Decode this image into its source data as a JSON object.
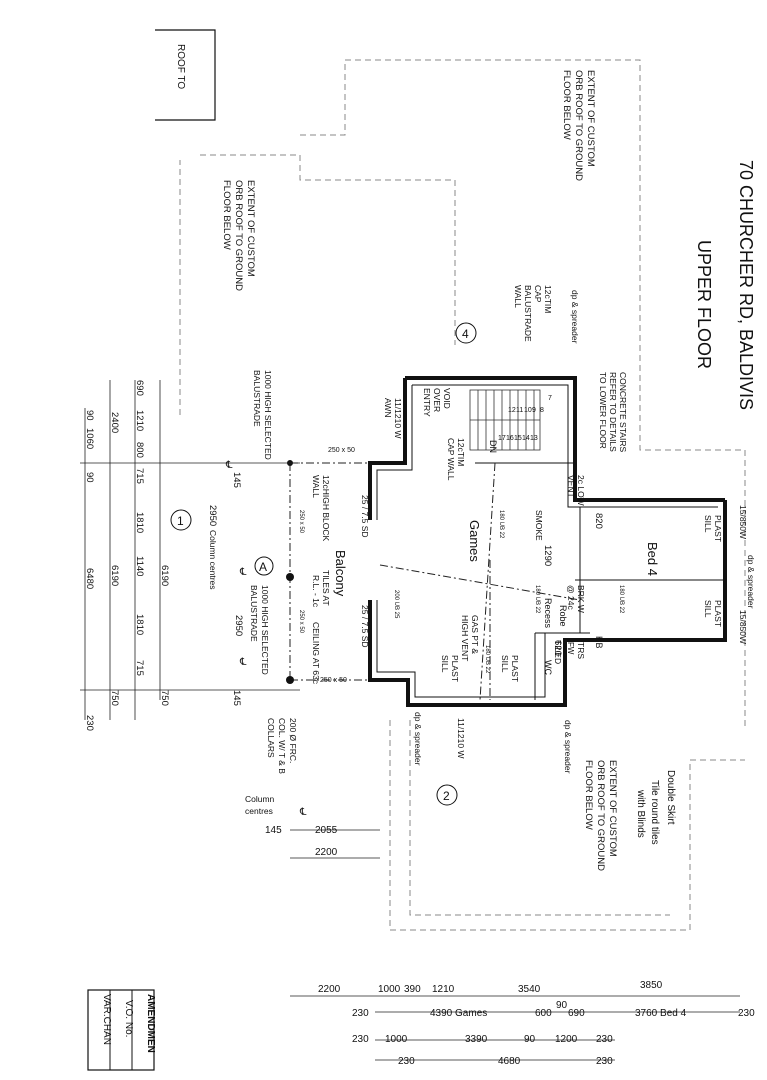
{
  "title_block": {
    "amendment": "AMENDMEN",
    "vo_no": "V.O. No.",
    "var_chan": "VAR.CHAN"
  },
  "roof_box": "ROOF TO",
  "handwritten": {
    "title_line1": "70 CHURCHER RD, BALDIVIS",
    "title_line2": "UPPER FLOOR",
    "side_note1": "Double Skirt",
    "side_note2": "Tile round tiles",
    "side_note3": "with Blinds"
  },
  "rooms": {
    "games": "Games",
    "bed4": "Bed 4",
    "balcony": "Balcony",
    "wc": "WC",
    "recess": "Recess",
    "robe": "Robe",
    "hb": "HB",
    "dn": "DN",
    "fw": "FW"
  },
  "notes": {
    "extent_top": [
      "EXTENT OF CUSTOM",
      "ORB ROOF TO GROUND",
      "FLOOR BELOW"
    ],
    "extent_left": [
      "EXTENT OF CUSTOM",
      "ORB ROOF TO GROUND",
      "FLOOR BELOW"
    ],
    "extent_right": [
      "EXTENT OF CUSTOM",
      "ORB ROOF TO GROUND",
      "FLOOR BELOW"
    ],
    "balustrade_cap": [
      "12cTIM",
      "CAP",
      "BALUSTRADE",
      "WALL"
    ],
    "dp_spreader": "dp & spreader",
    "concrete_stairs": [
      "CONCRETE STAIRS",
      "REFER TO DETAILS",
      "TO LOWER FLOOR"
    ],
    "void": [
      "VOID",
      "OVER",
      "ENTRY"
    ],
    "cap_wall": [
      "12cTIM",
      "CAP WALL"
    ],
    "awn": [
      "11/1210 W",
      "AWN"
    ],
    "balustrade_1000": [
      "1000 HIGH SELECTED",
      "BALUSTRADE"
    ],
    "balustrade_1000_b": [
      "1000 HIGH SELECTED",
      "BALUSTRADE"
    ],
    "block_wall": [
      "12cHIGH BLOCK",
      "WALL"
    ],
    "tiles": [
      "TILES AT",
      "R.L. - 1c"
    ],
    "ceiling": "CEILING AT 63c",
    "sd1": "25 / 7.5 SD",
    "sd2": "25 / 7.5 SD",
    "low_vent": [
      "2c LOW",
      "VENT"
    ],
    "smoke": "SMOKE",
    "plast_sill": [
      "PLAST",
      "SILL"
    ],
    "gas": [
      "GAS PT &",
      "HIGH VENT"
    ],
    "brk": "BRK W",
    "brk2": "@ 24c",
    "tiled": "TILED",
    "trs": "TRS",
    "window_850_1": "15/850W",
    "window_850_2": "15/850W",
    "window_1210": "11/1210 W",
    "frc": [
      "200 Ø FRC.",
      "COL. W/ T & B",
      "COLLARS"
    ],
    "column_centres": [
      "Column",
      "centres"
    ],
    "column_centres_top": "Column centres",
    "cl": "℄",
    "beam_250": "250 x 50",
    "beam_250b": "250 x 50",
    "beam_250c": "250 x 50",
    "beam_250d": "250 x 50",
    "ub_180": "180 UB 22",
    "ub_200": "200 UB 25",
    "ub_180b": "180 UB 22",
    "ub_180c": "180 UB 22",
    "ub_180d": "180 UB 22"
  },
  "stair_numbers": [
    "7",
    "8",
    "9",
    "10",
    "11",
    "12",
    "13",
    "14",
    "15",
    "16",
    "17"
  ],
  "markers": [
    "1",
    "2",
    "4",
    "A"
  ],
  "dims": {
    "top_row1": [
      "690",
      "1210",
      "800",
      "715"
    ],
    "top_row1_val": "2400",
    "top_row2": [
      "90",
      "1060",
      "90"
    ],
    "top_row3": [
      "1810",
      "1140",
      "1810"
    ],
    "top_row3_totals": [
      "6190",
      "6190"
    ],
    "total_left": "6480",
    "row_715": "715",
    "row_750a": "750",
    "row_750b": "750",
    "row_230": "230",
    "row_145a": "145",
    "row_145b": "145",
    "row_2950a": "2950",
    "row_2950b": "2950",
    "dim_820": "820",
    "dim_1290": "1290",
    "dim_620": "620",
    "bottom_145": "145",
    "bottom_2055": "2055",
    "bottom_2200": "2200",
    "b1": [
      "2200",
      "1000",
      "390",
      "1210",
      "3540",
      "3850"
    ],
    "b2": [
      "230",
      "4390 Games",
      "600",
      "90",
      "690",
      "3760 Bed 4",
      "230"
    ],
    "b3": [
      "230",
      "1000",
      "3390",
      "90",
      "1200",
      "230"
    ],
    "b4": [
      "230",
      "4680",
      "230"
    ]
  }
}
